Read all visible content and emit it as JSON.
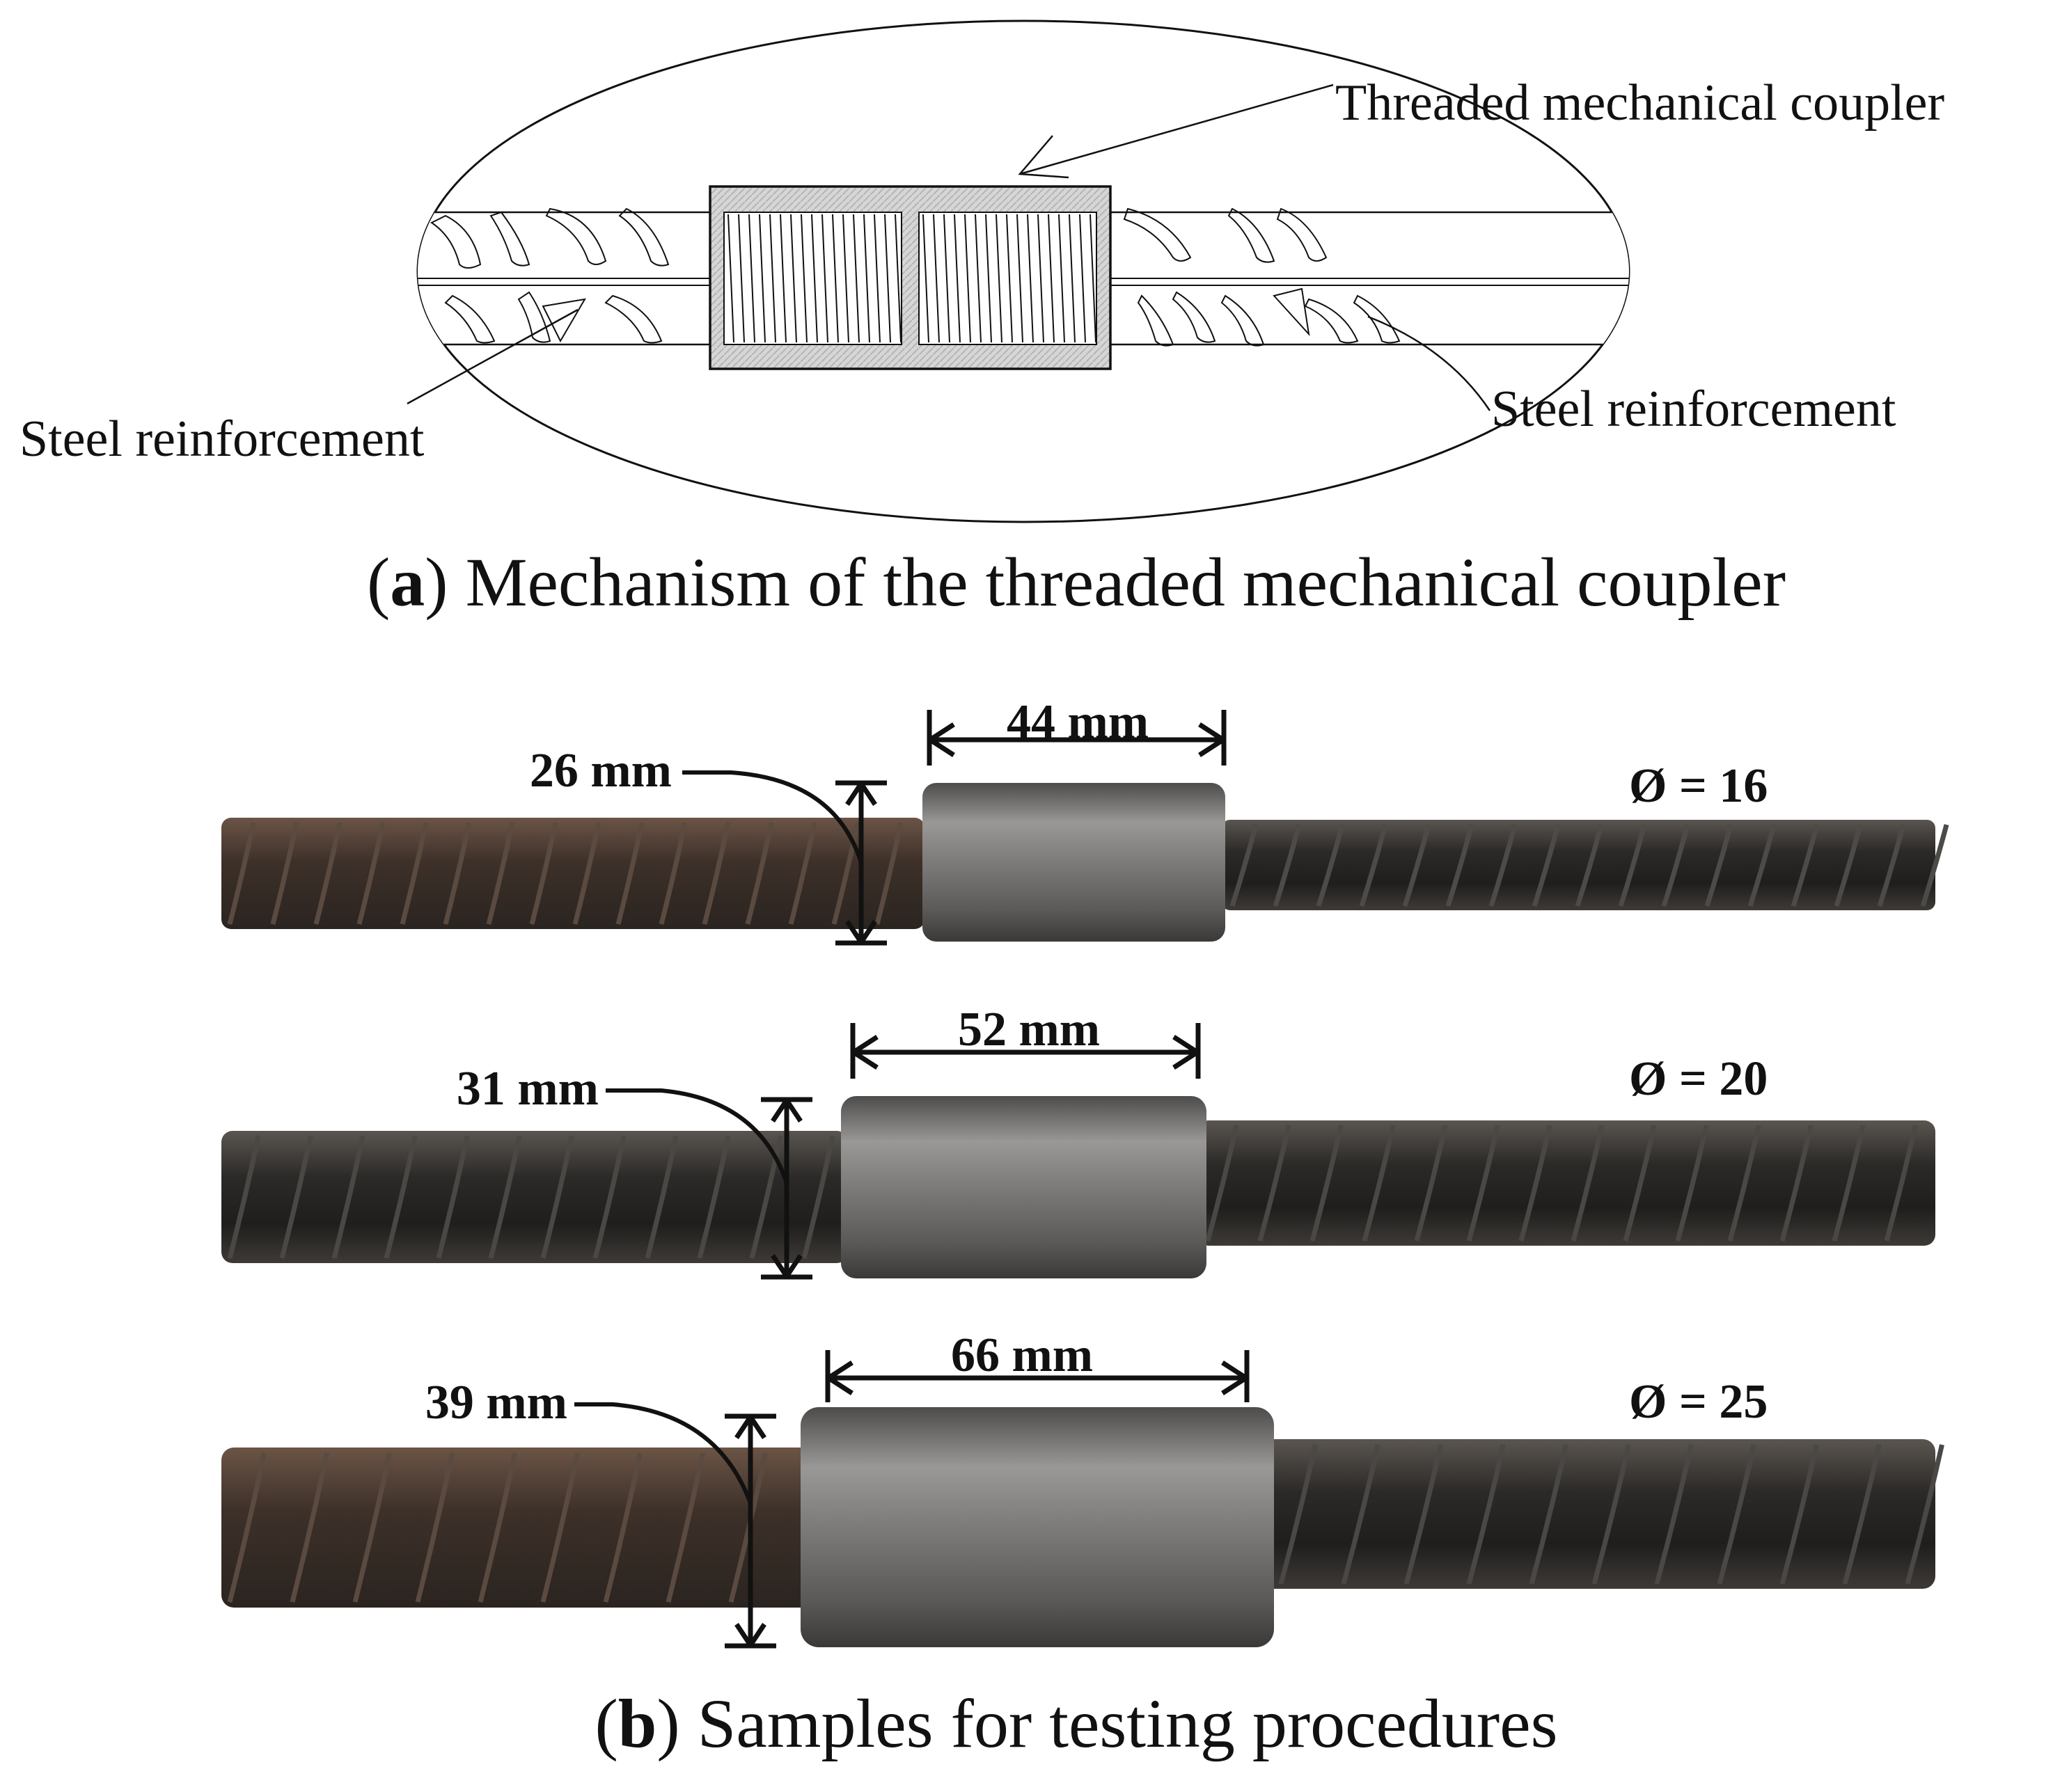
{
  "panel_a": {
    "caption_letter": "a",
    "caption_text": "Mechanism of the threaded mechanical coupler",
    "coupler_label": "Threaded mechanical coupler",
    "rebar_label_left": "Steel reinforcement",
    "rebar_label_right": "Steel reinforcement"
  },
  "panel_b": {
    "caption_letter": "b",
    "caption_text": "Samples for testing procedures",
    "samples": [
      {
        "diameter_label": "Ø = 16",
        "length_label": "44 mm",
        "outer_diameter_label": "26 mm"
      },
      {
        "diameter_label": "Ø = 20",
        "length_label": "52 mm",
        "outer_diameter_label": "31 mm"
      },
      {
        "diameter_label": "Ø = 25",
        "length_label": "66 mm",
        "outer_diameter_label": "39 mm"
      }
    ]
  },
  "colors": {
    "line": "#111111",
    "coupler_fill": "#d9d9d9",
    "steel_dark": "#2f2e2c",
    "steel_rust": "#4a3a30",
    "coupler_metal": "#7e7d7b"
  }
}
